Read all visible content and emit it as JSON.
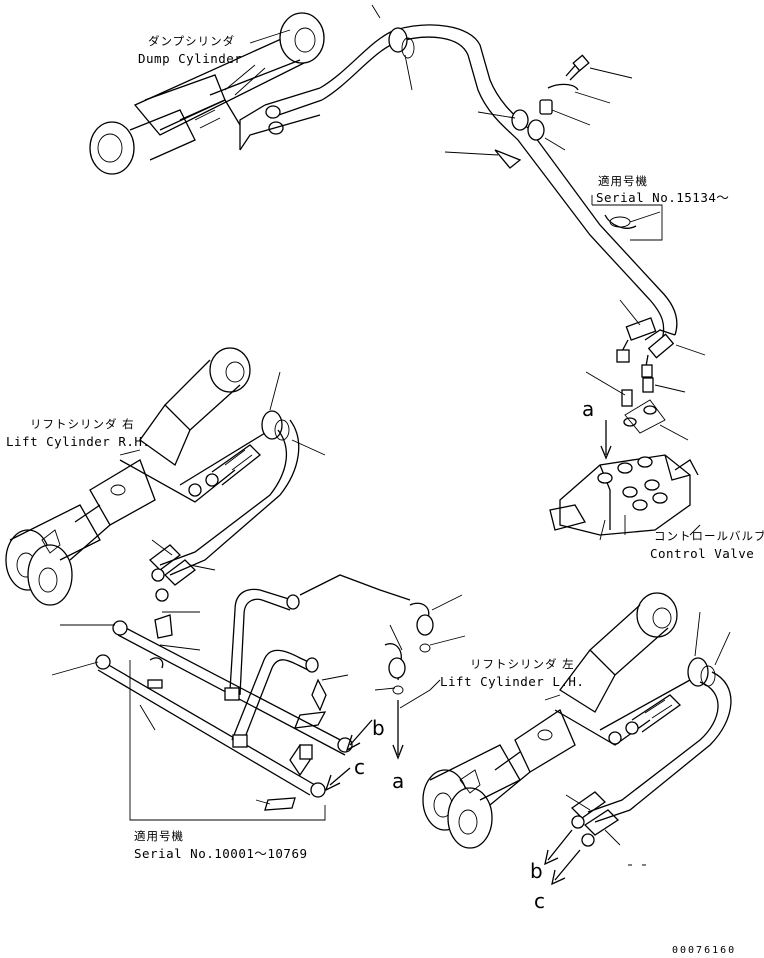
{
  "labels": {
    "dump_cylinder_jp": "ダンプシリンダ",
    "dump_cylinder_en": "Dump Cylinder",
    "serial_top_jp": "適用号機",
    "serial_top_en": "Serial No.15134～",
    "lift_rh_jp": "リフトシリンダ 右",
    "lift_rh_en": "Lift Cylinder R.H.",
    "control_valve_jp": "コントロールバルブ",
    "control_valve_en": "Control Valve",
    "lift_lh_jp": "リフトシリンダ 左",
    "lift_lh_en": "Lift Cylinder L.H.",
    "serial_bottom_jp": "適用号機",
    "serial_bottom_en": "Serial No.10001～10769",
    "drawing_code": "00076160"
  },
  "connection_letters": {
    "a_top": "a",
    "a_bottom": "a",
    "b_mid": "b",
    "b_bottom": "b",
    "c_mid": "c",
    "c_bottom": "c"
  }
}
